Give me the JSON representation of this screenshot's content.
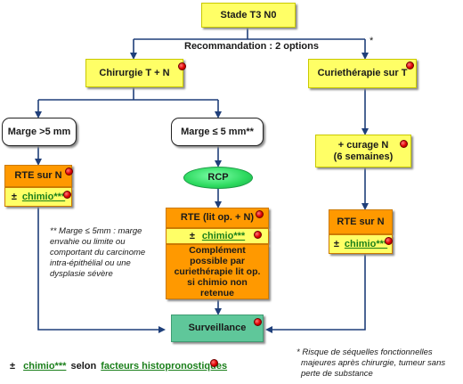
{
  "colors": {
    "connector": "#1f3f7a",
    "yellow_box": "#ffff66",
    "orange_box": "#ff9900",
    "green_box": "#5fc79a",
    "rcp_ellipse": "#2cd95e",
    "marker_dot": "#e00000",
    "underline_text": "#1a7f1a"
  },
  "nodes": {
    "stage": "Stade T3 N0",
    "recommendation": "Recommandation : 2 options",
    "asterisk": "*",
    "surgery": "Chirurgie T + N",
    "curietherapy": "Curiethérapie sur T",
    "margin_gt": "Marge >5 mm",
    "margin_le": "Marge ≤ 5 mm**",
    "curage_line1": "+ curage N",
    "curage_line2": "(6 semaines)",
    "rcp": "RCP",
    "rte_left": "RTE sur N",
    "chimio_prefix": "±",
    "chimio_word": "chimio***",
    "rte_middle": "RTE (lit op. + N)",
    "complement_line1": "Complément",
    "complement_line2": "possible par",
    "complement_line3": "curiethérapie lit op.",
    "complement_line4": "si chimio non",
    "complement_line5": "retenue",
    "rte_right": "RTE sur N",
    "surveillance": "Surveillance"
  },
  "notes": {
    "margin_note_line1": "** Marge ≤ 5mm : marge",
    "margin_note_line2": "envahie ou limite ou",
    "margin_note_line3": "comportant du carcinome",
    "margin_note_line4": "intra-épithélial ou une",
    "margin_note_line5": "dysplasie sévère",
    "risk_note_line1": "* Risque de séquelles fonctionnelles",
    "risk_note_line2": "majeures après chirurgie, tumeur sans",
    "risk_note_line3": "perte de substance"
  },
  "legend": {
    "prefix": "±",
    "chimio_word": "chimio***",
    "middle": "selon",
    "factors": "facteurs histopronostiques"
  }
}
